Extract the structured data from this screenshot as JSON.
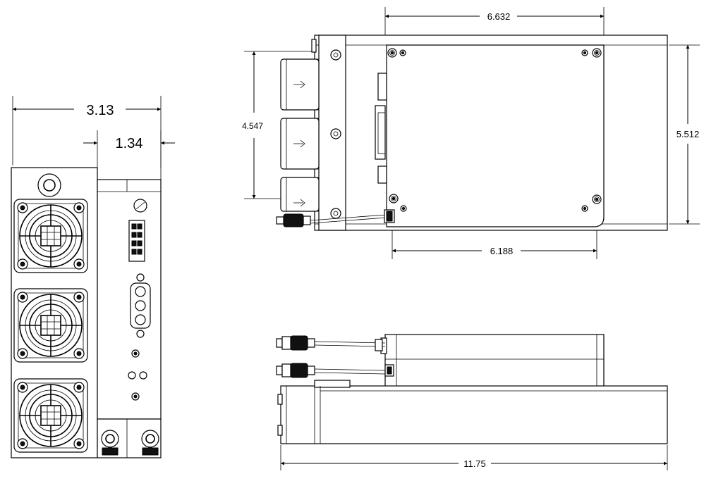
{
  "dimensions": {
    "left_width": "3.13",
    "left_depth": "1.34",
    "top_hole_spacing_top": "6.632",
    "top_hole_spacing_bottom": "6.188",
    "top_left_height": "4.547",
    "top_right_height": "5.512",
    "side_length": "11.75"
  },
  "colors": {
    "line": "#000000",
    "background": "#ffffff"
  }
}
